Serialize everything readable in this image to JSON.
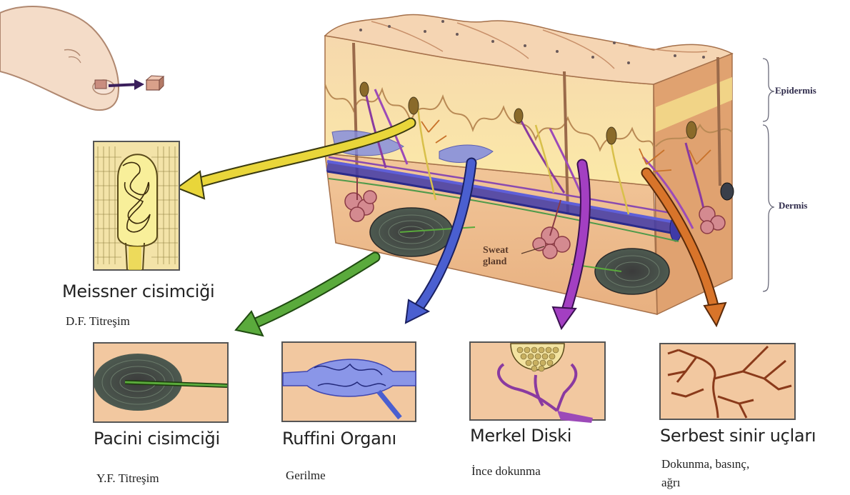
{
  "layers": {
    "epidermis": "Epidermis",
    "dermis": "Dermis"
  },
  "skin_labels": {
    "sweat_gland_line1": "Sweat",
    "sweat_gland_line2": "gland"
  },
  "receptors": [
    {
      "id": "meissner",
      "name": "Meissner cisimciği",
      "function": "D.F. Titreşim",
      "arrow_color": "#e9d63a"
    },
    {
      "id": "pacini",
      "name": "Pacini cisimciği",
      "function": "Y.F. Titreşim",
      "arrow_color": "#5aaa3c"
    },
    {
      "id": "ruffini",
      "name": "Ruffini Organı",
      "function": "Gerilme",
      "arrow_color": "#4a5fd0"
    },
    {
      "id": "merkel",
      "name": "Merkel Diski",
      "function": "İnce dokunma",
      "arrow_color": "#a33fc2"
    },
    {
      "id": "serbest",
      "name": "Serbest sinir uçları",
      "function_line1": "Dokunma, basınç,",
      "function_line2": "ağrı",
      "arrow_color": "#d8742a"
    }
  ]
}
